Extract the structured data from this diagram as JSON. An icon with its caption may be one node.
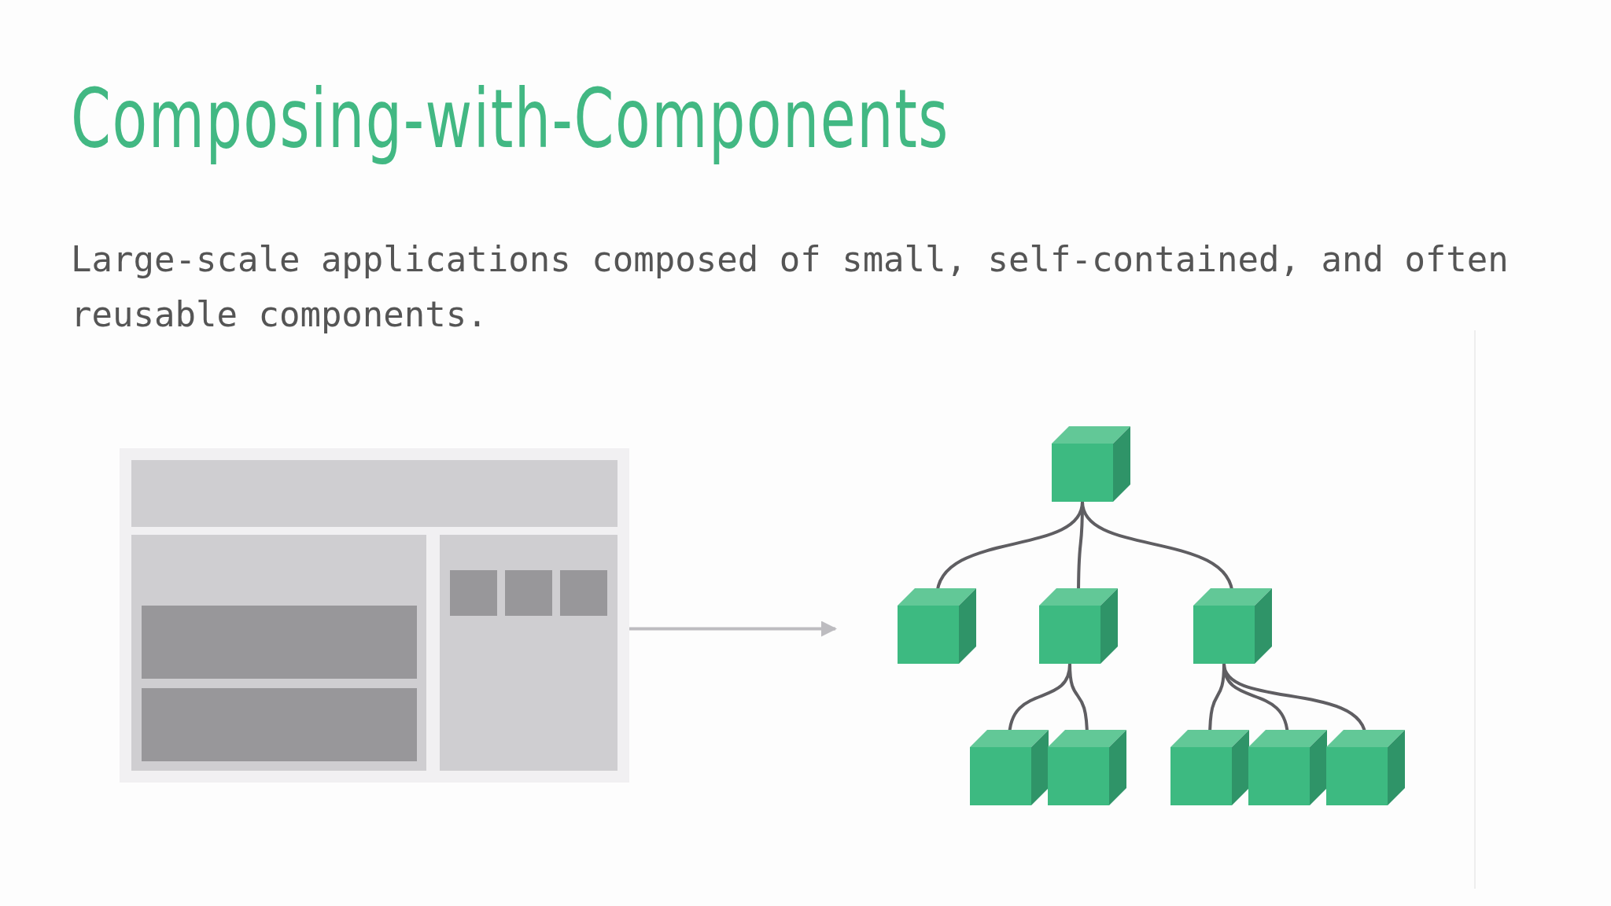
{
  "diagram": {
    "title": "Composing-with-Components",
    "nodes": [
      {
        "text": [],
        "shape": "picture"
      },
      {
        "text": [],
        "shape": "box"
      },
      {
        "text": [],
        "shape": "box"
      },
      {
        "text": [],
        "shape": "box"
      },
      {
        "text": [],
        "shape": "box"
      },
      {
        "text": [],
        "shape": "box"
      },
      {
        "text": [],
        "shape": "box"
      },
      {
        "text": [],
        "shape": "box"
      },
      {
        "text": [],
        "shape": "box"
      },
      {
        "text": [],
        "shape": "box"
      }
    ],
    "edges": [
      {
        "from": 0,
        "to": null,
        "arrow": "to",
        "color": "#bdbcc0"
      },
      {
        "from": 1,
        "to": 2,
        "arrow": "none"
      },
      {
        "from": 1,
        "to": 3,
        "arrow": "none"
      },
      {
        "from": 1,
        "to": 4,
        "arrow": "none"
      },
      {
        "from": 3,
        "to": 5,
        "arrow": "none"
      },
      {
        "from": 3,
        "to": 6,
        "arrow": "none"
      },
      {
        "from": 4,
        "to": 7,
        "arrow": "none"
      },
      {
        "from": 4,
        "to": 8,
        "arrow": "none"
      },
      {
        "from": 4,
        "to": 9,
        "arrow": "none"
      }
    ],
    "labels": [
      "Large-scale applications composed of small, self-contained, and often reusable components."
    ]
  }
}
